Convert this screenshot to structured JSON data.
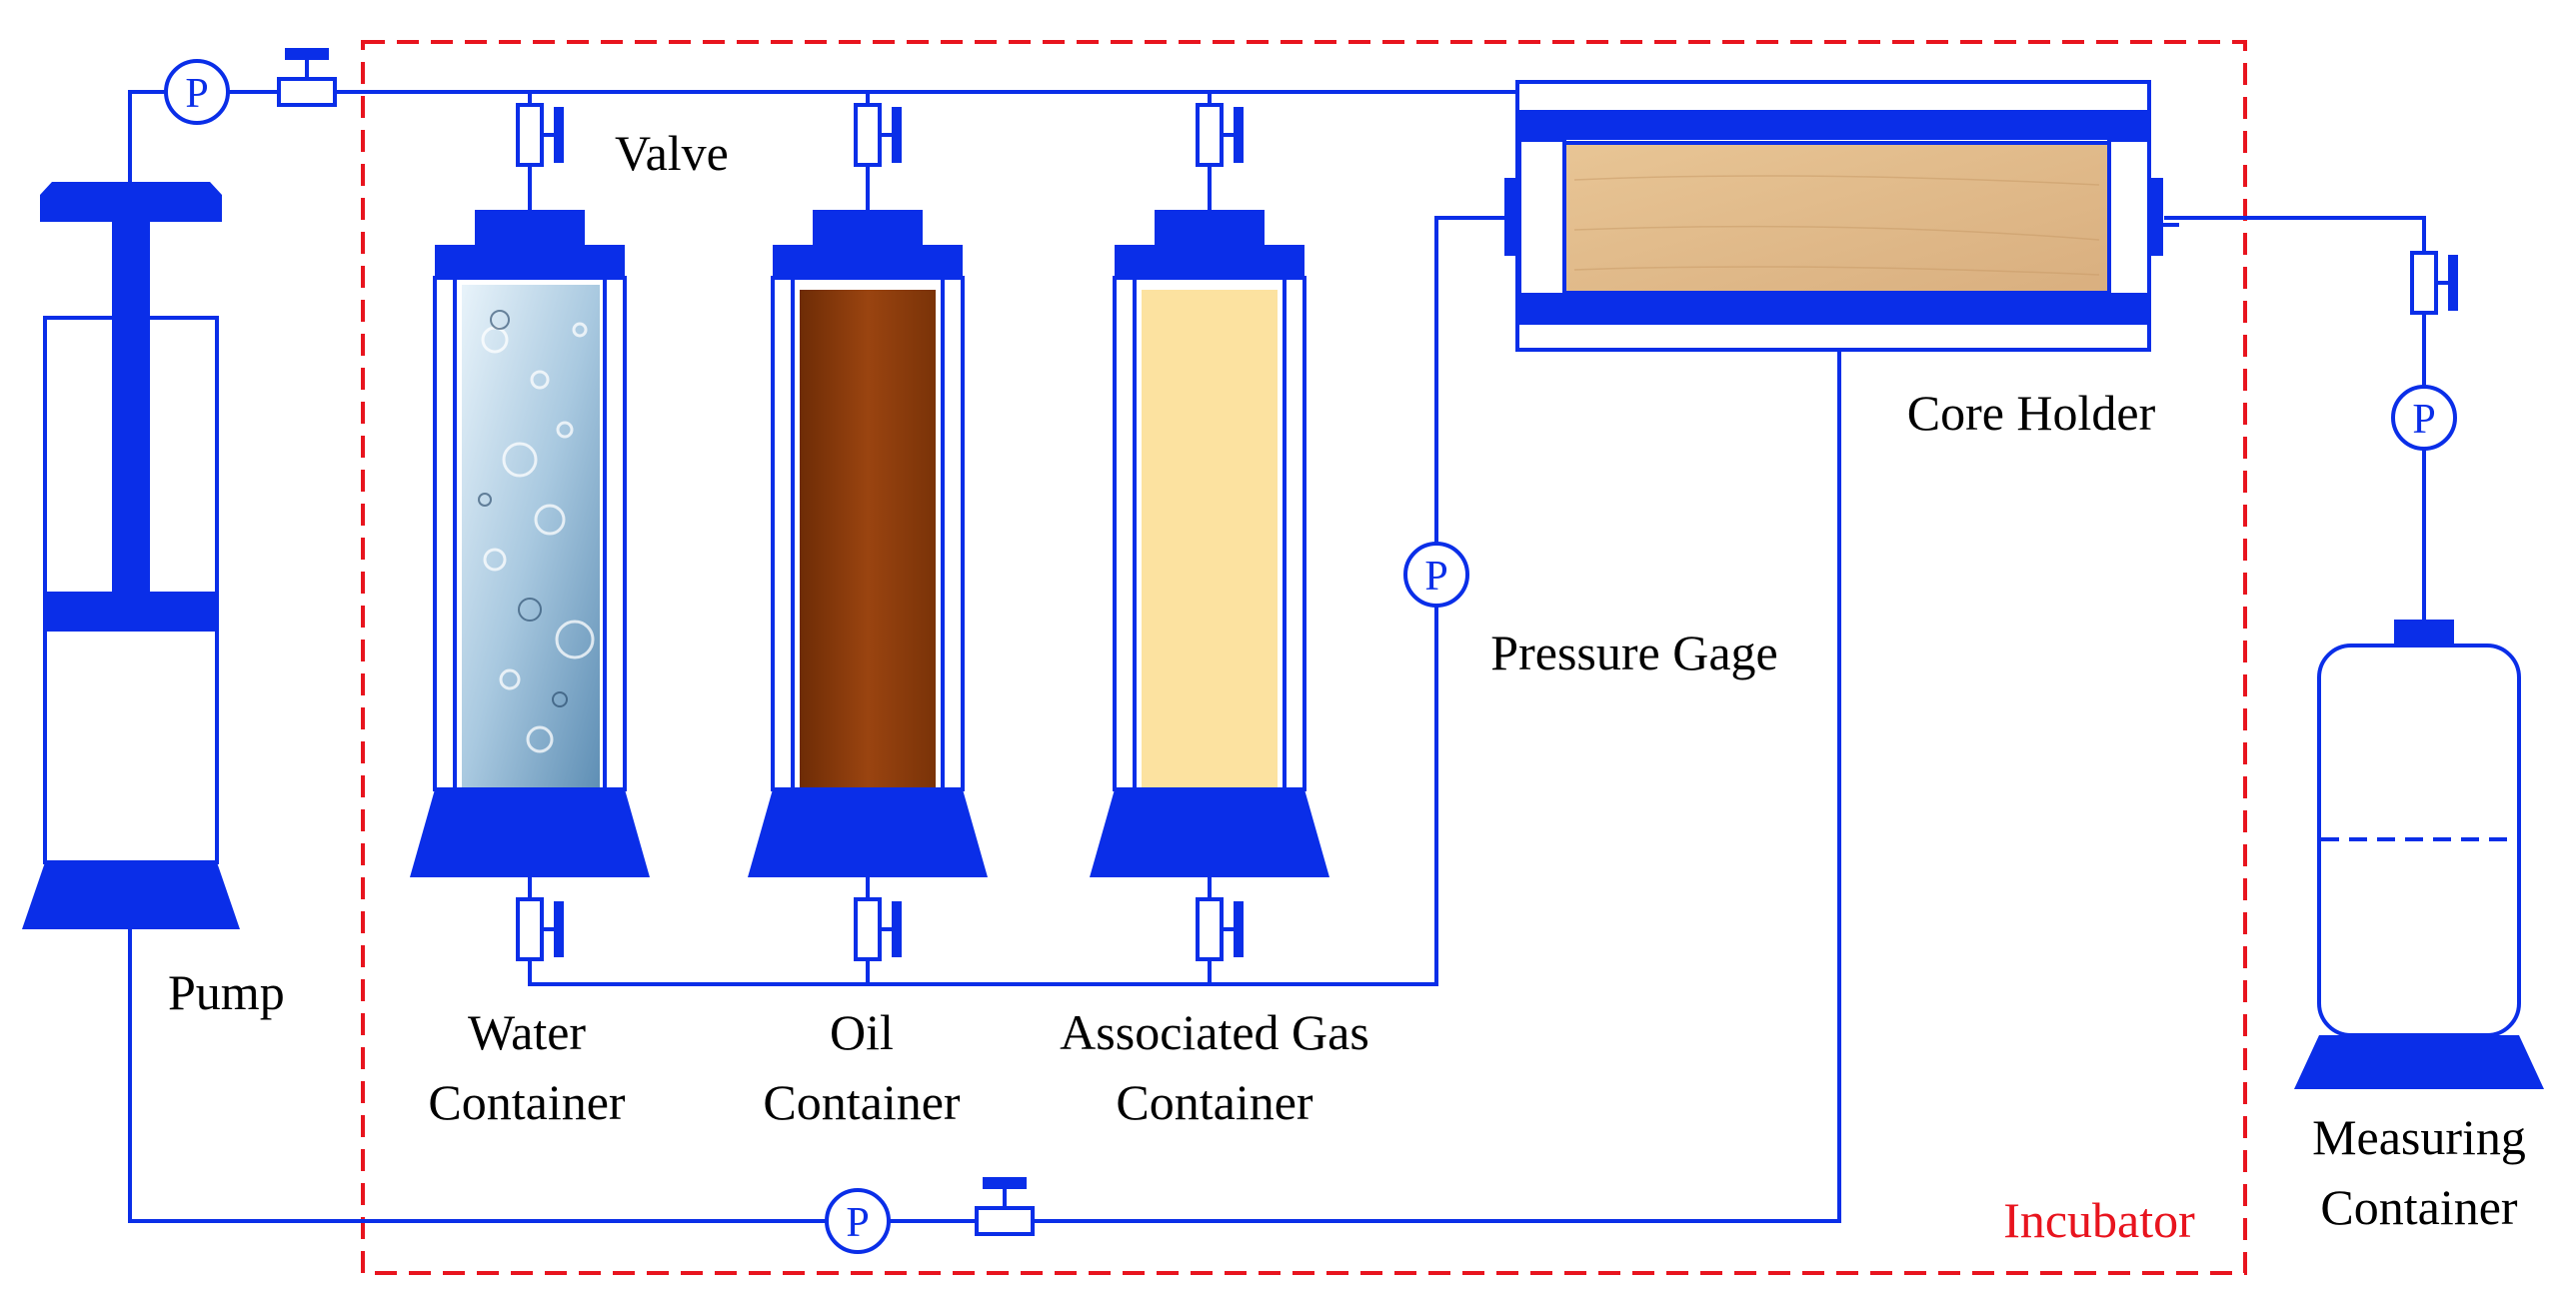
{
  "labels": {
    "valve": "Valve",
    "pump": "Pump",
    "water_line1": "Water",
    "water_line2": "Container",
    "oil_line1": "Oil",
    "oil_line2": "Container",
    "gas_line1": "Associated Gas",
    "gas_line2": "Container",
    "core_holder": "Core Holder",
    "pressure_gage": "Pressure Gage",
    "measuring_line1": "Measuring",
    "measuring_line2": "Container",
    "incubator": "Incubator"
  },
  "gauge_symbol": "P",
  "colors": {
    "line": "#0a2ee8",
    "incubator_border": "#e8141e",
    "oil": "#8b3a08",
    "gas": "#fce2a0",
    "core": "#e2bb8c",
    "water_light": "#dfeef7",
    "water_dark": "#6f9cbf"
  }
}
